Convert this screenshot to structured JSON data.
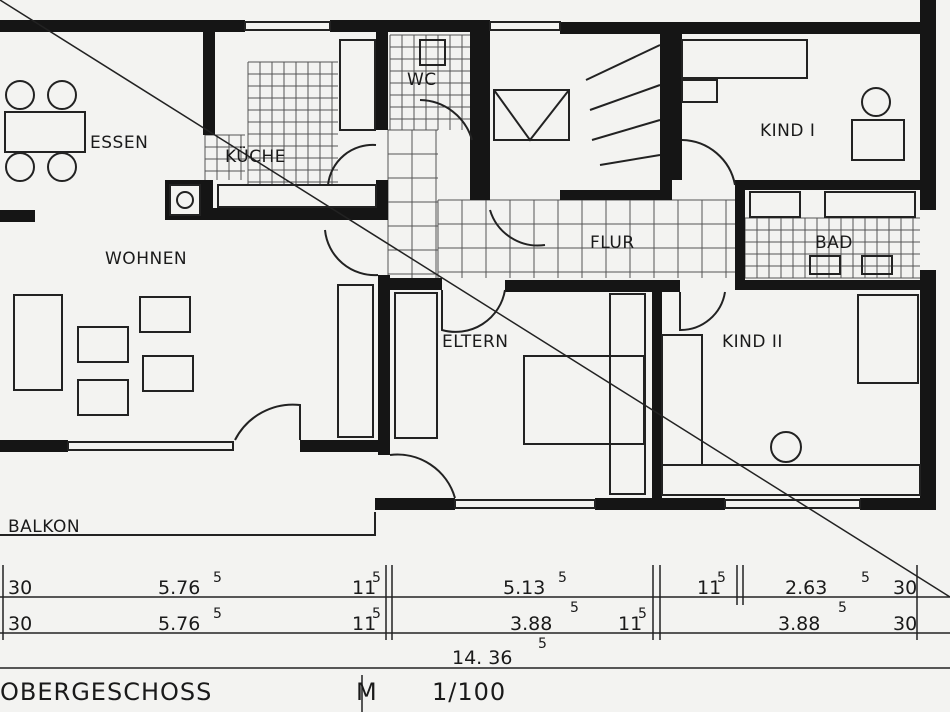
{
  "rooms": {
    "essen": "ESSEN",
    "kueche": "KÜCHE",
    "wc": "WC",
    "kind1": "KIND I",
    "flur": "FLUR",
    "bad": "BAD",
    "wohnen": "WOHNEN",
    "eltern": "ELTERN",
    "kind2": "KIND II",
    "balkon": "BALKON"
  },
  "dimensions": {
    "row1": [
      {
        "main": "30",
        "sup": ""
      },
      {
        "main": "5.76",
        "sup": "5"
      },
      {
        "main": "11",
        "sup": "5"
      },
      {
        "main": "5.13",
        "sup": "5"
      },
      {
        "main": "11",
        "sup": "5"
      },
      {
        "main": "2.63",
        "sup": "5"
      },
      {
        "main": "30",
        "sup": ""
      }
    ],
    "row2": [
      {
        "main": "30",
        "sup": ""
      },
      {
        "main": "5.76",
        "sup": "5"
      },
      {
        "main": "11",
        "sup": "5"
      },
      {
        "main": "3.88",
        "sup": "5"
      },
      {
        "main": "11",
        "sup": "5"
      },
      {
        "main": "3.88",
        "sup": "5"
      },
      {
        "main": "30",
        "sup": ""
      }
    ],
    "total": {
      "main": "14. 36",
      "sup": "5"
    }
  },
  "caption": {
    "floor": "OBERGESCHOSS",
    "scale_symbol": "M",
    "scale": "1/100"
  }
}
